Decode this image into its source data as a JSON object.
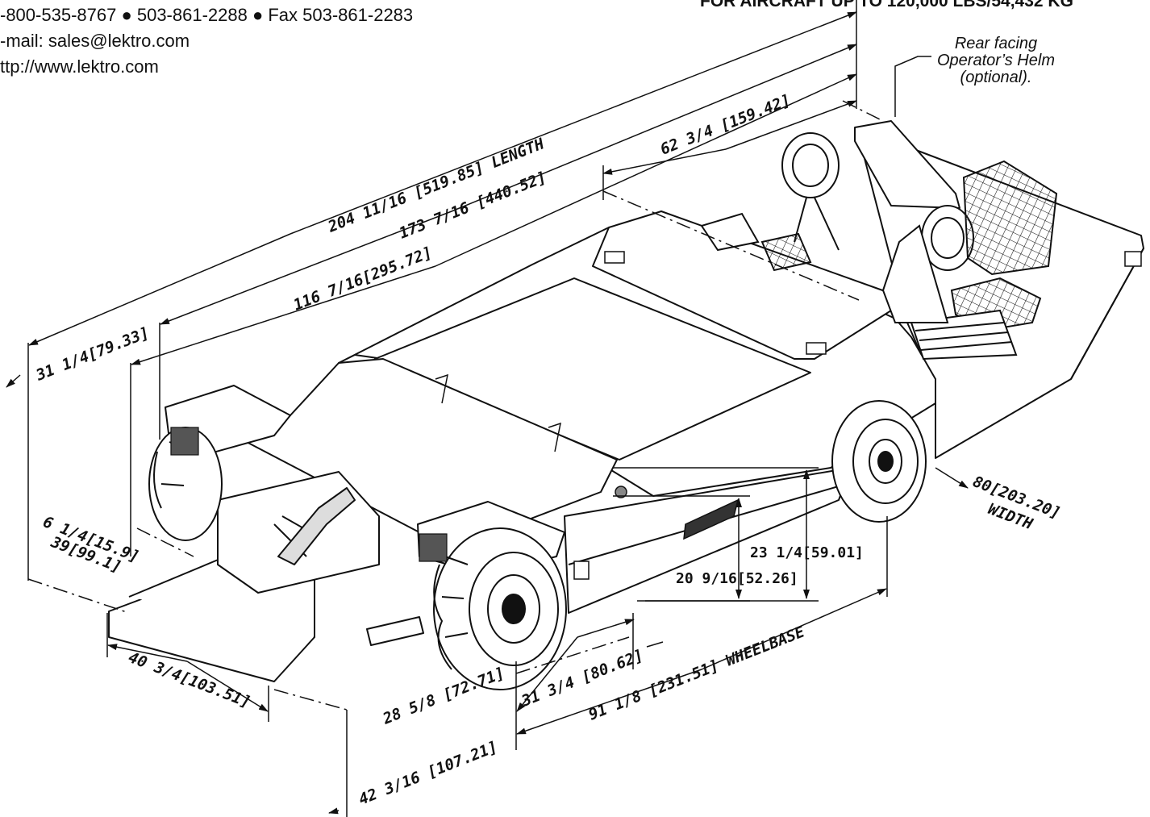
{
  "header": {
    "phone_line": "-800-535-8767 ● 503-861-2288 ● Fax 503-861-2283",
    "email_line": "-mail: sales@lektro.com",
    "web_line": "ttp://www.lektro.com",
    "title_fragment": "FOR AIRCRAFT UP TO 120,000 LBS/54,432 KG"
  },
  "annotation": {
    "line1": "Rear facing",
    "line2": "Operator’s Helm",
    "line3": "(optional)."
  },
  "dimensions": {
    "length": "204 11/16 [519.85] LENGTH",
    "d173": "173 7/16 [440.52]",
    "d116": "116 7/16[295.72]",
    "d62": "62 3/4 [159.42]",
    "d31": "31 1/4[79.33]",
    "d6": "6 1/4[15.9]",
    "d39": "39[99.1]",
    "d40": "40 3/4[103.51]",
    "d28": "28 5/8 [72.71]",
    "d42": "42 3/16 [107.21]",
    "d31b": "31 3/4 [80.62]",
    "wheelbase": "91 1/8 [231.51] WHEELBASE",
    "d23": "23 1/4[59.01]",
    "d20": "20 9/16[52.26]",
    "width_value": "80[203.20]",
    "width_label": "WIDTH"
  }
}
